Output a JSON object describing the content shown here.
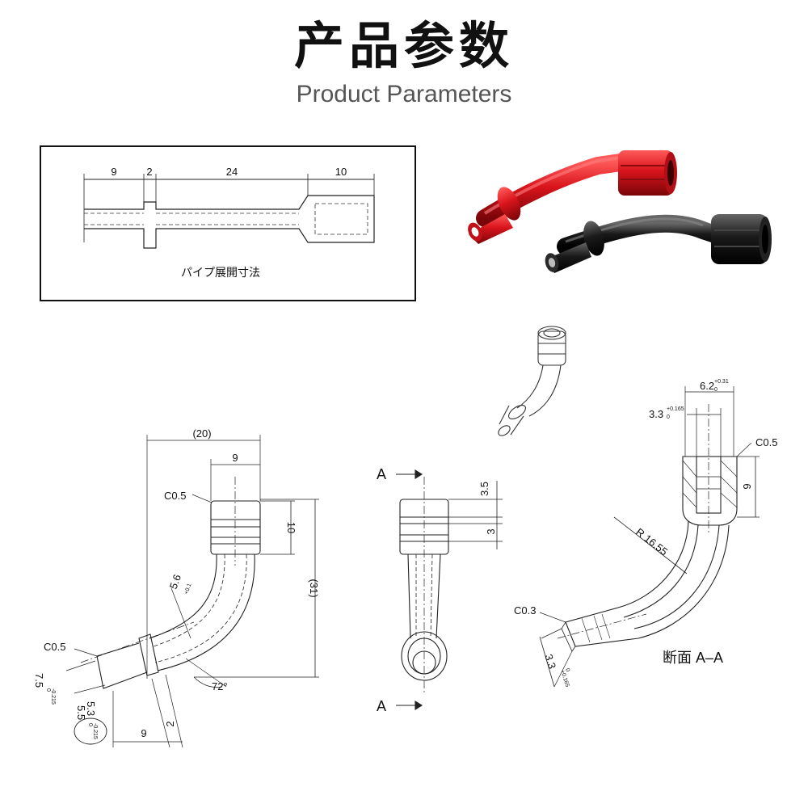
{
  "header": {
    "title": "产品参数",
    "subtitle": "Product Parameters"
  },
  "flat_drawing": {
    "dims": [
      "9",
      "2",
      "24",
      "10"
    ],
    "caption": "パイプ展開寸法"
  },
  "side_view": {
    "overall_width": "(20)",
    "top_width": "9",
    "chamfer_top": "C0.5",
    "collar_height": "10",
    "overall_height": "(31)",
    "bore_dia": "5.6",
    "bore_tol": "+0.1",
    "chamfer_bottom": "C0.5",
    "angle": "72°",
    "outer_dia": "7.5",
    "outer_tol_upper": "0",
    "outer_tol_lower": "-0.215",
    "inner_dia": "5.5",
    "inner_tol_upper": "0",
    "inner_tol_lower": "-0.215",
    "handwritten": "5.3",
    "bottom_len": "9",
    "bottom_gap": "2"
  },
  "front_view": {
    "section_label": "A",
    "groove_width": "3.5",
    "groove_pitch": "3"
  },
  "section_view": {
    "top_dia": "6.2",
    "top_tol_upper": "+0.31",
    "top_tol_lower": "0",
    "bore_dia": "3.3",
    "bore_tol_upper": "+0.165",
    "bore_tol_lower": "0",
    "chamfer_top": "C0.5",
    "height": "9",
    "radius": "R 16.55",
    "chamfer_bottom": "C0.3",
    "bottom_dia": "3.3",
    "bottom_tol_upper": "+0.165",
    "bottom_tol_lower": "0",
    "caption": "断面 A–A"
  },
  "colors": {
    "red_part": "#d8141c",
    "black_part": "#1a1a1a",
    "line": "#222222"
  }
}
